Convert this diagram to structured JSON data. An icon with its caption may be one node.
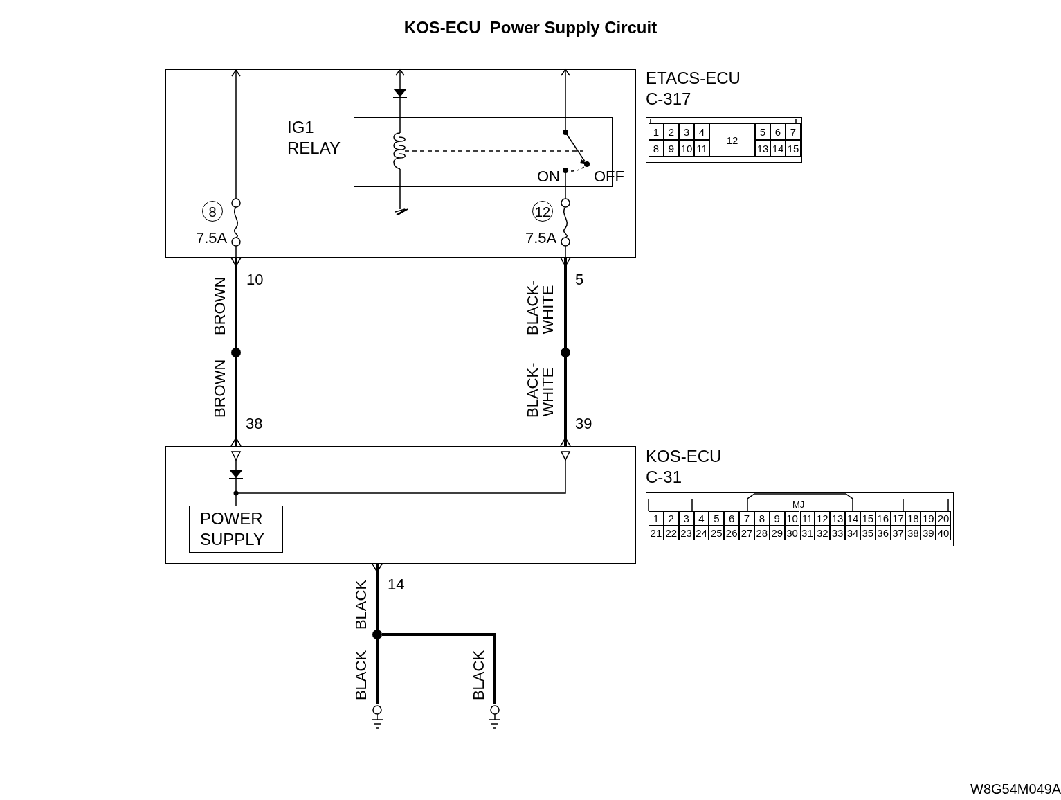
{
  "diagram": {
    "title": "KOS-ECU  Power Supply Circuit",
    "nodes": [
      {
        "text": [
          "ETACS-ECU",
          "C-317"
        ]
      },
      {
        "text": [
          "IG1 RELAY"
        ],
        "in": 0
      },
      {
        "text": [],
        "shape": "circle"
      },
      {
        "text": [],
        "shape": "circle"
      },
      {
        "text": [
          "KOS-ECU",
          "C-31"
        ]
      },
      {
        "text": [
          "POWER SUPPLY"
        ],
        "in": 4
      },
      {
        "text": [],
        "shape": "circle"
      },
      {
        "text": [],
        "shape": "ground"
      },
      {
        "text": [],
        "shape": "ground"
      }
    ],
    "edges": [
      {
        "from": 0,
        "to": 2,
        "arrow": "other",
        "label": "BROWN"
      },
      {
        "from": 2,
        "to": 4,
        "arrow": "other",
        "label": "BROWN"
      },
      {
        "from": 0,
        "to": 3,
        "arrow": "other",
        "label": "BLACK-WHITE"
      },
      {
        "from": 3,
        "to": 4,
        "arrow": "other",
        "label": "BLACK-WHITE"
      },
      {
        "from": 4,
        "to": 6,
        "arrow": "other",
        "label": "BLACK"
      },
      {
        "from": 6,
        "to": 7,
        "arrow": "none",
        "label": "BLACK"
      },
      {
        "from": 6,
        "to": 8,
        "arrow": "none",
        "label": "BLACK"
      },
      {
        "from": 1,
        "to": 0,
        "arrow": "to"
      },
      {
        "from": 1,
        "to": 0,
        "arrow": "to"
      }
    ],
    "labels": [
      "1",
      "2",
      "3",
      "4",
      "12",
      "5",
      "6",
      "7",
      "8",
      "9",
      "10",
      "11",
      "13",
      "14",
      "15",
      "ON",
      "OFF",
      "8",
      "12",
      "7.5A",
      "7.5A",
      "10",
      "5",
      "38",
      "39",
      "MJ",
      "1",
      "2",
      "3",
      "4",
      "5",
      "6",
      "7",
      "8",
      "9",
      "10",
      "11",
      "12",
      "13",
      "14",
      "15",
      "16",
      "17",
      "18",
      "19",
      "20",
      "21",
      "22",
      "23",
      "24",
      "25",
      "26",
      "27",
      "28",
      "29",
      "30",
      "31",
      "32",
      "33",
      "34",
      "35",
      "36",
      "37",
      "38",
      "39",
      "40",
      "14",
      "W8G54M049A"
    ]
  }
}
